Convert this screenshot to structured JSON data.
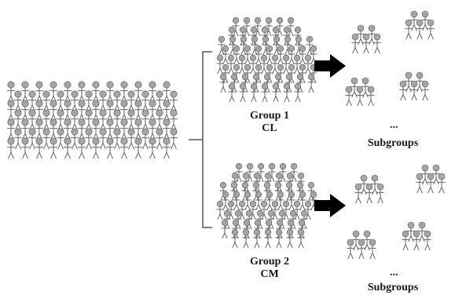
{
  "labels": {
    "group1_name": "Group 1",
    "group1_code": "CL",
    "group2_name": "Group 2",
    "group2_code": "CM",
    "subgroups_1": "Subgroups",
    "subgroups_2": "Subgroups",
    "ellipsis_1": "...",
    "ellipsis_2": "..."
  },
  "colors": {
    "head_fill": "#a6a6a6",
    "stroke": "#555555",
    "arrow": "#000000"
  },
  "icons": {
    "person": "stick-figure-icon",
    "arrow": "right-arrow-icon",
    "bracket": "bracket-icon"
  }
}
